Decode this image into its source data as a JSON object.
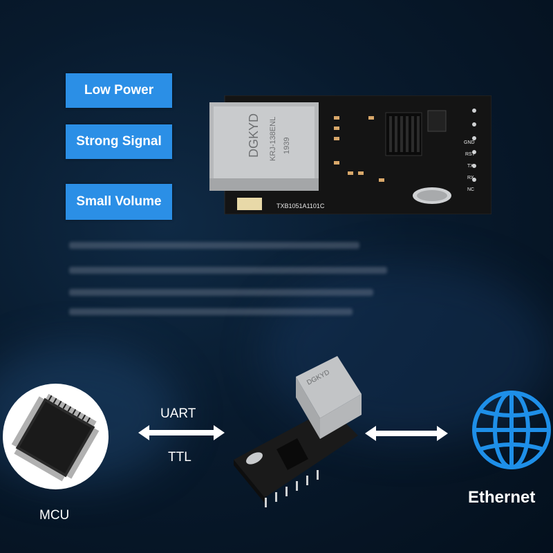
{
  "features": [
    {
      "label": "Low Power"
    },
    {
      "label": "Strong Signal"
    },
    {
      "label": "Small Volume"
    }
  ],
  "module": {
    "brand": "DGKYD",
    "part": "KRJ-138ENL",
    "year": "1939",
    "board_code": "TXB1051A1101C",
    "pins": [
      "GND",
      "RST",
      "TX",
      "RX",
      "NC"
    ]
  },
  "diagram": {
    "mcu_label": "MCU",
    "protocol_top": "UART",
    "protocol_bottom": "TTL",
    "network_label": "Ethernet"
  },
  "colors": {
    "badge": "#2b8fe6",
    "globe": "#1e8fe8",
    "background": "#081a2d"
  },
  "icons": [
    "chip-icon",
    "double-arrow-icon",
    "globe-icon"
  ]
}
